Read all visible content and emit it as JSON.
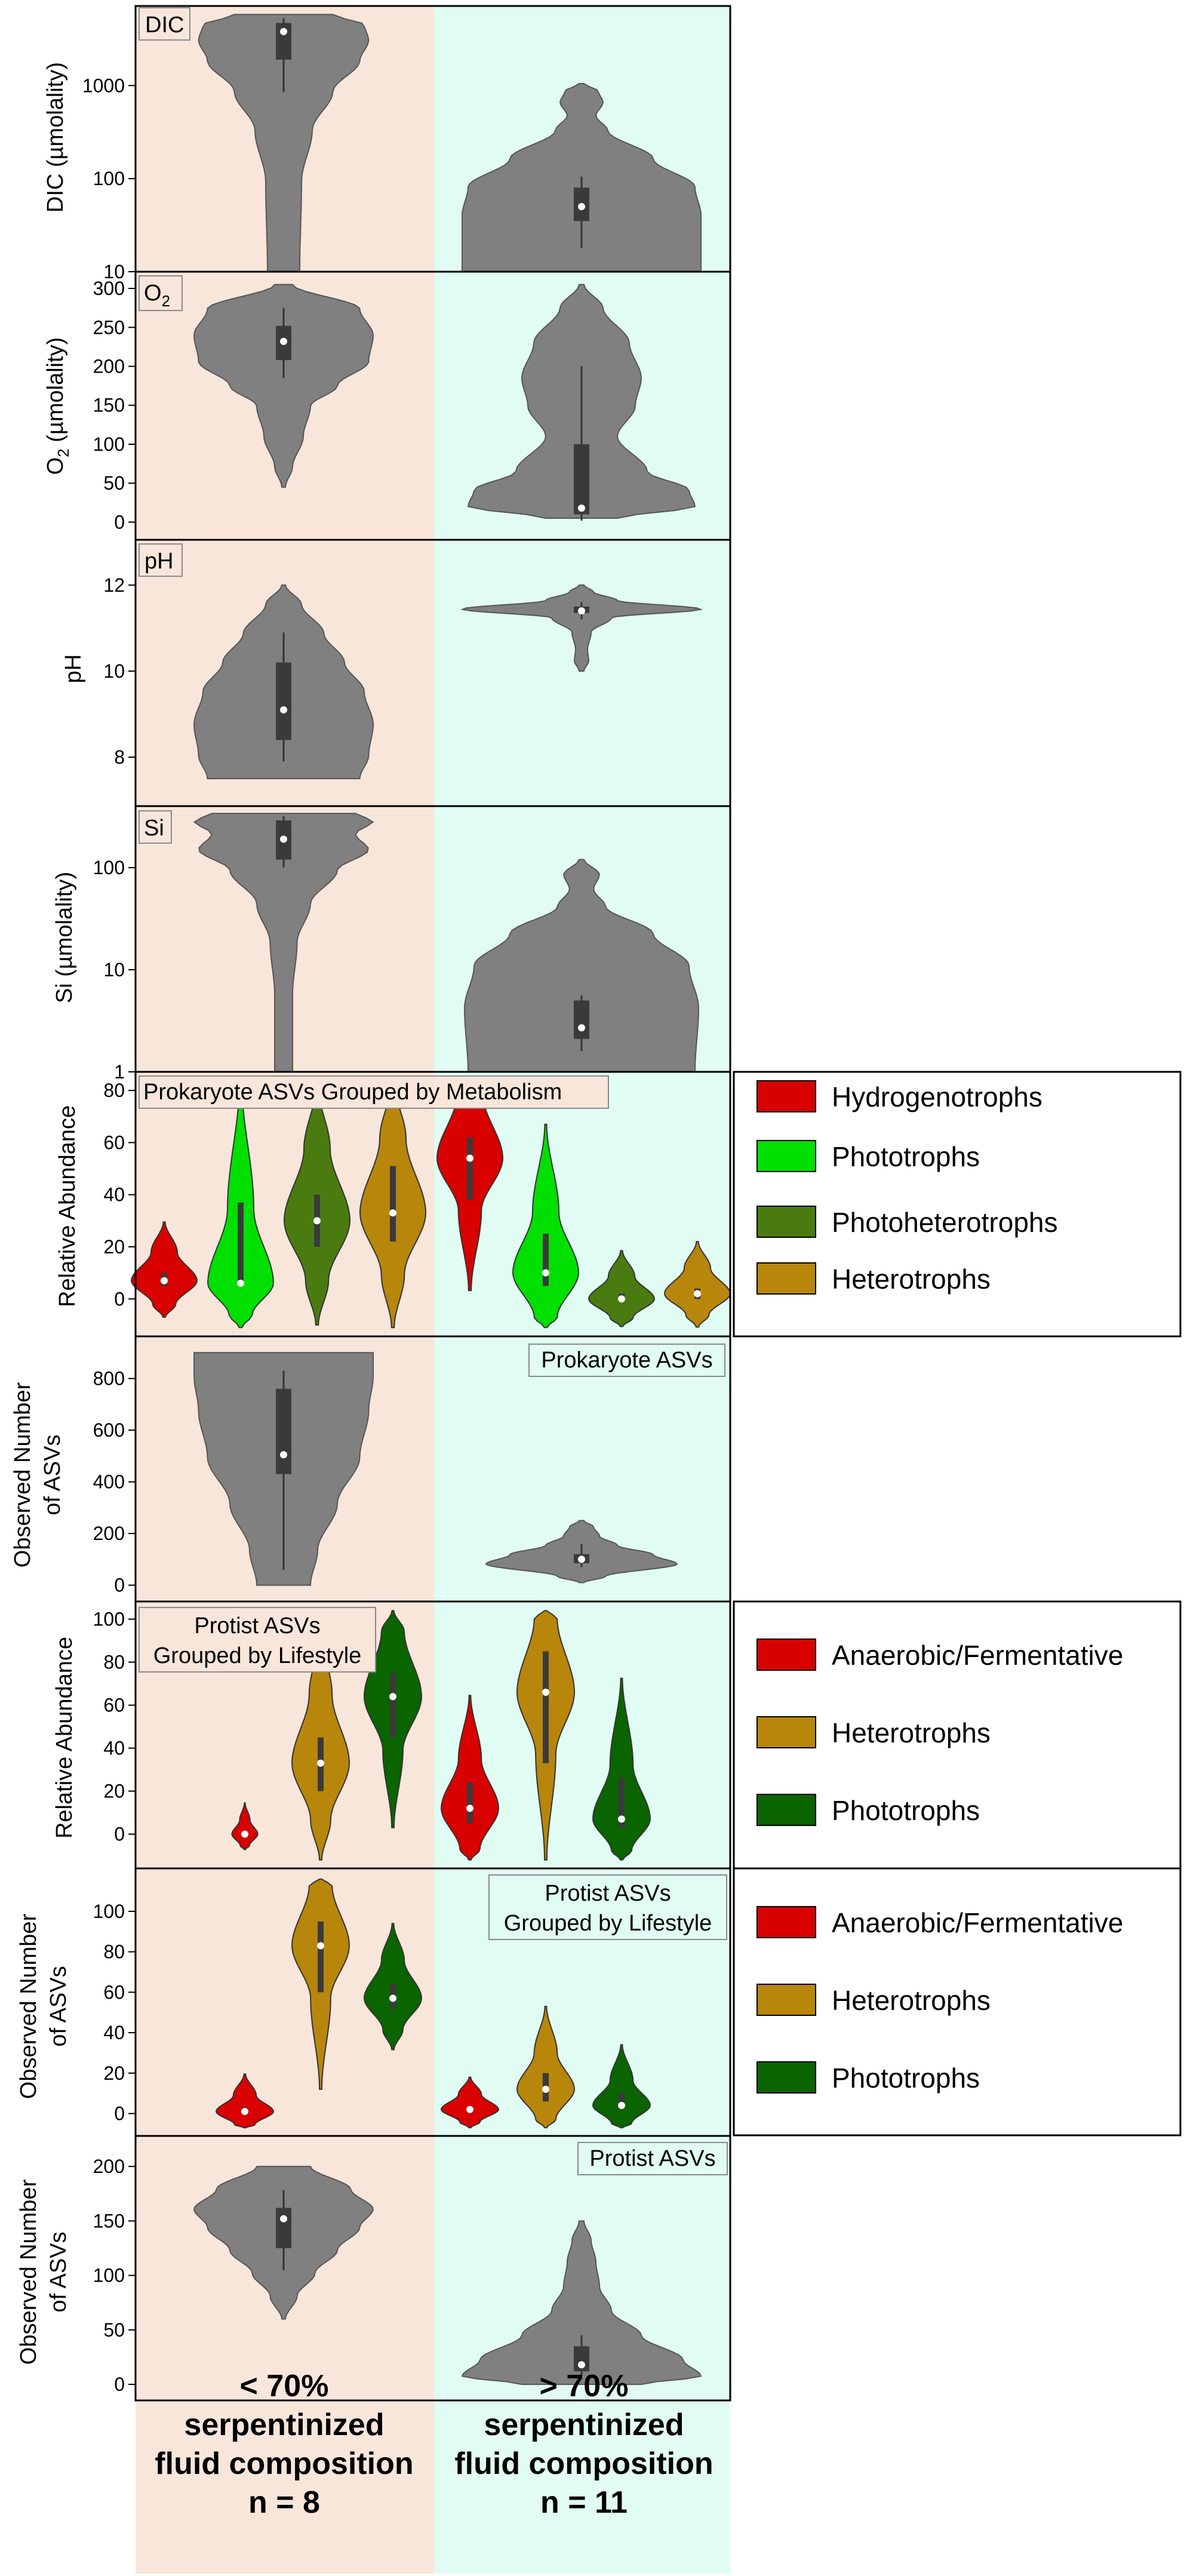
{
  "chart_data": [
    {
      "id": "dic",
      "type": "violin",
      "title": "DIC",
      "ylabel": "DIC (µmolality)",
      "yscale": "log",
      "ylim": [
        10,
        6000
      ],
      "yticks": [
        10,
        100,
        1000
      ],
      "categories": [
        "< 70% serpentinized fluid composition n = 8",
        "> 70% serpentinized fluid composition n = 11"
      ],
      "series": [
        {
          "color": "#808080",
          "median": 3800,
          "q1": 1900,
          "q3": 4700,
          "whisker_low": 850,
          "whisker_high": 5300
        },
        {
          "color": "#808080",
          "median": 50,
          "q1": 35,
          "q3": 80,
          "whisker_low": 18,
          "whisker_high": 105
        }
      ]
    },
    {
      "id": "o2",
      "type": "violin",
      "title": "O2",
      "ylabel": "O2 (µmolality)",
      "ylim": [
        -15,
        310
      ],
      "yticks": [
        0,
        50,
        100,
        150,
        200,
        250,
        300
      ],
      "series": [
        {
          "color": "#808080",
          "median": 232,
          "q1": 208,
          "q3": 252,
          "whisker_low": 185,
          "whisker_high": 275
        },
        {
          "color": "#808080",
          "median": 18,
          "q1": 10,
          "q3": 100,
          "whisker_low": 2,
          "whisker_high": 200
        }
      ]
    },
    {
      "id": "ph",
      "type": "violin",
      "title": "pH",
      "ylabel": "pH",
      "ylim": [
        7,
        12.9
      ],
      "yticks": [
        8,
        10,
        12
      ],
      "series": [
        {
          "color": "#808080",
          "median": 9.1,
          "q1": 8.4,
          "q3": 10.2,
          "whisker_low": 7.9,
          "whisker_high": 10.9
        },
        {
          "color": "#808080",
          "median": 11.4,
          "q1": 11.35,
          "q3": 11.5,
          "whisker_low": 11.2,
          "whisker_high": 11.6
        }
      ]
    },
    {
      "id": "si",
      "type": "violin",
      "title": "Si",
      "ylabel": "Si (µmolality)",
      "yscale": "log",
      "ylim": [
        1,
        350
      ],
      "yticks": [
        1,
        10,
        100
      ],
      "series": [
        {
          "color": "#808080",
          "median": 190,
          "q1": 120,
          "q3": 290,
          "whisker_low": 100,
          "whisker_high": 320
        },
        {
          "color": "#808080",
          "median": 2.7,
          "q1": 2.1,
          "q3": 5,
          "whisker_low": 1.6,
          "whisker_high": 5.6
        }
      ]
    },
    {
      "id": "prok-metabolism",
      "type": "violin",
      "title": "Prokaryote ASVs Grouped by Metabolism",
      "ylabel": "Relative Abundance",
      "ylim": [
        -13,
        86
      ],
      "yticks": [
        0,
        20,
        40,
        60,
        80
      ],
      "legend": [
        "Hydrogenotrophs",
        "Phototrophs",
        "Photoheterotrophs",
        "Heterotrophs"
      ],
      "series": [
        {
          "name": "Hydrogenotrophs",
          "color": "#d90000",
          "values_by_group": [
            {
              "median": 7,
              "q1": 5,
              "q3": 10
            },
            {
              "median": 54,
              "q1": 38,
              "q3": 62
            }
          ]
        },
        {
          "name": "Phototrophs",
          "color": "#00e000",
          "values_by_group": [
            {
              "median": 6,
              "q1": 5,
              "q3": 37
            },
            {
              "median": 10,
              "q1": 5,
              "q3": 25
            }
          ]
        },
        {
          "name": "Photoheterotrophs",
          "color": "#4a7b10",
          "values_by_group": [
            {
              "median": 30,
              "q1": 20,
              "q3": 40
            },
            {
              "median": 0,
              "q1": -1,
              "q3": 2
            }
          ]
        },
        {
          "name": "Heterotrophs",
          "color": "#b8860b",
          "values_by_group": [
            {
              "median": 33,
              "q1": 22,
              "q3": 51
            },
            {
              "median": 2,
              "q1": 0,
              "q3": 4
            }
          ]
        }
      ]
    },
    {
      "id": "prok-observed",
      "type": "violin",
      "title": "Prokaryote ASVs",
      "ylabel": "Observed Number of ASVs",
      "ylim": [
        -40,
        940
      ],
      "yticks": [
        0,
        200,
        400,
        600,
        800
      ],
      "series": [
        {
          "color": "#808080",
          "median": 505,
          "q1": 430,
          "q3": 760,
          "whisker_low": 60,
          "whisker_high": 830
        },
        {
          "color": "#808080",
          "median": 100,
          "q1": 85,
          "q3": 120,
          "whisker_low": 70,
          "whisker_high": 160
        }
      ]
    },
    {
      "id": "protist-lifestyle-abundance",
      "type": "violin",
      "title": "Protist ASVs Grouped by Lifestyle",
      "ylabel": "Relative Abundance",
      "ylim": [
        -14,
        106
      ],
      "yticks": [
        0,
        20,
        40,
        60,
        80,
        100
      ],
      "legend": [
        "Anaerobic/Fermentative",
        "Heterotrophs",
        "Phototrophs"
      ],
      "series": [
        {
          "name": "Anaerobic/Fermentative",
          "color": "#d90000",
          "values_by_group": [
            {
              "median": 0,
              "q1": 0,
              "q3": 1
            },
            {
              "median": 12,
              "q1": 5,
              "q3": 24
            }
          ]
        },
        {
          "name": "Heterotrophs",
          "color": "#b8860b",
          "values_by_group": [
            {
              "median": 33,
              "q1": 20,
              "q3": 45
            },
            {
              "median": 66,
              "q1": 33,
              "q3": 85
            }
          ]
        },
        {
          "name": "Phototrophs",
          "color": "#0a6400",
          "values_by_group": [
            {
              "median": 64,
              "q1": 45,
              "q3": 75
            },
            {
              "median": 7,
              "q1": 3,
              "q3": 26
            }
          ]
        }
      ]
    },
    {
      "id": "protist-lifestyle-observed",
      "type": "violin",
      "title": "Protist ASVs Grouped by Lifestyle",
      "ylabel": "Observed Number of ASVs",
      "ylim": [
        -9,
        118
      ],
      "yticks": [
        0,
        20,
        40,
        60,
        80,
        100
      ],
      "legend": [
        "Anaerobic/Fermentative",
        "Heterotrophs",
        "Phototrophs"
      ],
      "series": [
        {
          "name": "Anaerobic/Fermentative",
          "color": "#d90000",
          "values_by_group": [
            {
              "median": 1,
              "q1": 0,
              "q3": 3
            },
            {
              "median": 2,
              "q1": 1,
              "q3": 3
            }
          ]
        },
        {
          "name": "Heterotrophs",
          "color": "#b8860b",
          "values_by_group": [
            {
              "median": 83,
              "q1": 60,
              "q3": 95
            },
            {
              "median": 12,
              "q1": 6,
              "q3": 20
            }
          ]
        },
        {
          "name": "Phototrophs",
          "color": "#0a6400",
          "values_by_group": [
            {
              "median": 57,
              "q1": 52,
              "q3": 64
            },
            {
              "median": 4,
              "q1": 2,
              "q3": 10
            }
          ]
        }
      ]
    },
    {
      "id": "protist-observed",
      "type": "violin",
      "title": "Protist ASVs",
      "ylabel": "Observed Number of ASVs",
      "ylim": [
        -12,
        222
      ],
      "yticks": [
        0,
        50,
        100,
        150,
        200
      ],
      "series": [
        {
          "color": "#808080",
          "median": 152,
          "q1": 125,
          "q3": 162,
          "whisker_low": 105,
          "whisker_high": 178
        },
        {
          "color": "#808080",
          "median": 18,
          "q1": 12,
          "q3": 35,
          "whisker_low": 8,
          "whisker_high": 45
        }
      ]
    }
  ],
  "group_labels": [
    {
      "line1": "< 70%",
      "line2": "serpentinized",
      "line3": "fluid composition",
      "line4": "n = 8"
    },
    {
      "line1": "> 70%",
      "line2": "serpentinized",
      "line3": "fluid composition",
      "line4": "n = 11"
    }
  ],
  "panel_titles": {
    "dic": "DIC",
    "o2": "O",
    "o2_sub": "2",
    "ph": "pH",
    "si": "Si",
    "prok_metabolism": "Prokaryote ASVs Grouped by Metabolism",
    "prok_observed": "Prokaryote ASVs",
    "protist_lifestyle_1": "Protist ASVs",
    "protist_lifestyle_2": "Grouped by Lifestyle",
    "protist_observed": "Protist ASVs"
  },
  "axis_labels": {
    "dic": "DIC (µmolality)",
    "o2_pre": "O",
    "o2_sub": "2",
    "o2_post": " (µmolality)",
    "ph": "pH",
    "si": "Si (µmolality)",
    "rel_abundance": "Relative Abundance",
    "observed_line1": "Observed Number",
    "observed_line2": "of ASVs"
  },
  "legends": {
    "prokaryote_metabolism": [
      {
        "label": "Hydrogenotrophs",
        "color": "#d90000"
      },
      {
        "label": "Phototrophs",
        "color": "#00e000"
      },
      {
        "label": "Photoheterotrophs",
        "color": "#4a7b10"
      },
      {
        "label": "Heterotrophs",
        "color": "#b8860b"
      }
    ],
    "protist_lifestyle": [
      {
        "label": "Anaerobic/Fermentative",
        "color": "#d90000"
      },
      {
        "label": "Heterotrophs",
        "color": "#b8860b"
      },
      {
        "label": "Phototrophs",
        "color": "#0a6400"
      }
    ]
  },
  "colors": {
    "group1_background": "#f8e6db",
    "group2_background": "#e1fcf2",
    "violin_gray": "#808080"
  }
}
